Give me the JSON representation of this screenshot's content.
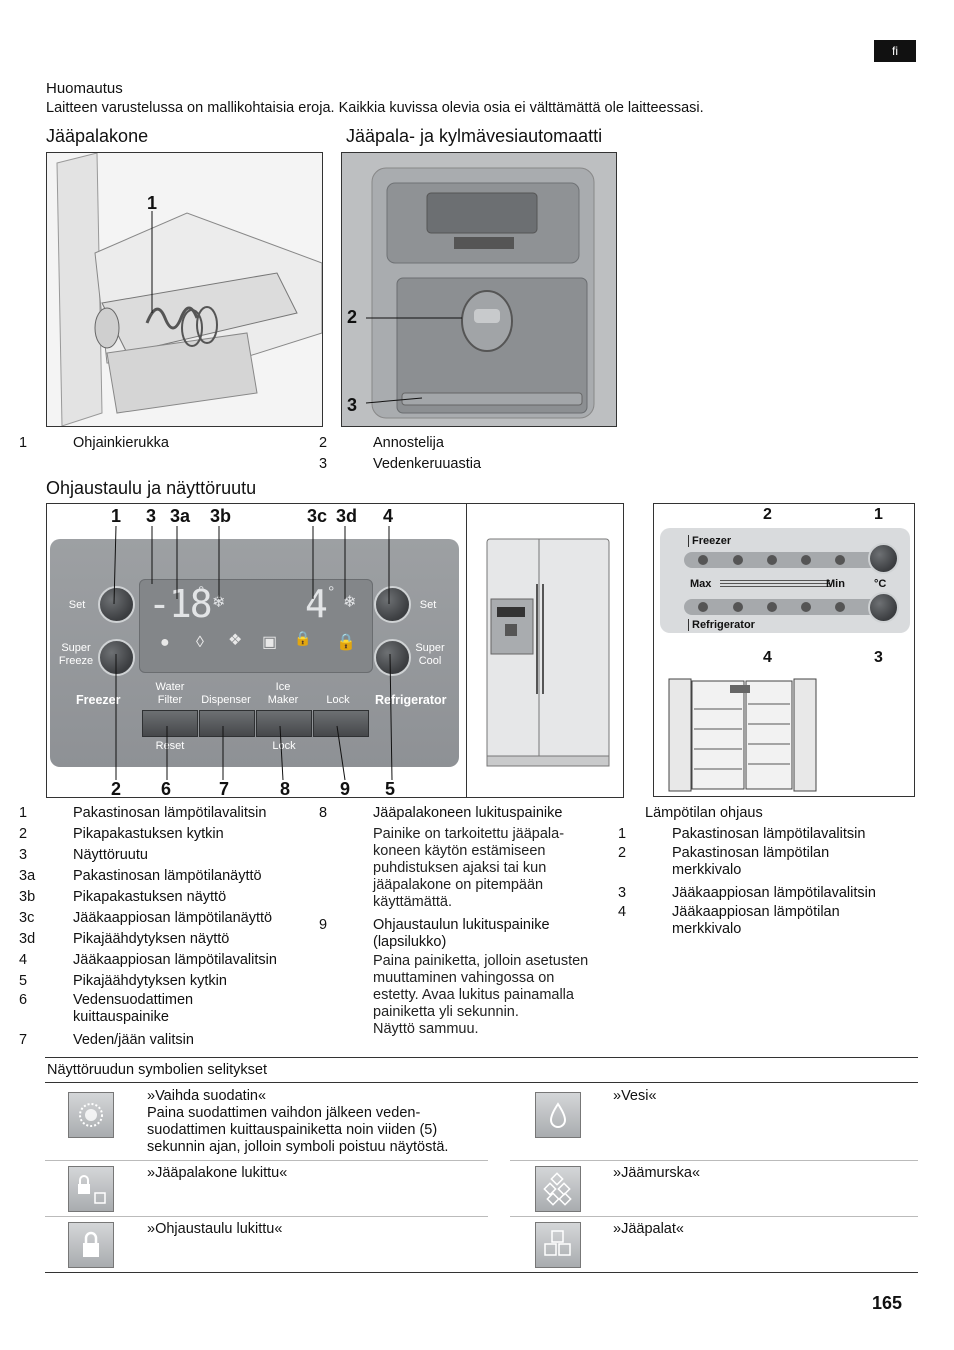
{
  "lang_tag": "fi",
  "note": {
    "title": "Huomautus",
    "text": "Laitteen varustelussa on mallikohtaisia eroja. Kaikkia kuvissa olevia osia ei välttämättä ole laitteessasi."
  },
  "icemaker": {
    "heading": "Jääpalakone",
    "callouts": [
      "1"
    ],
    "legend": [
      {
        "num": "1",
        "text": "Ohjainkierukka"
      }
    ]
  },
  "dispenser": {
    "heading": "Jääpala- ja kylmävesiautomaatti",
    "callouts": [
      "2",
      "3"
    ],
    "legend": [
      {
        "num": "2",
        "text": "Annostelija"
      },
      {
        "num": "3",
        "text": "Vedenkeruuastia"
      }
    ]
  },
  "control": {
    "heading": "Ohjaustaulu ja näyttöruutu",
    "top_callouts": [
      "1",
      "3",
      "3a",
      "3b",
      "3c",
      "3d",
      "4"
    ],
    "bottom_callouts": [
      "2",
      "6",
      "7",
      "8",
      "9",
      "5"
    ],
    "panel": {
      "set_left": "Set",
      "super_freeze": "Super\nFreeze",
      "set_right": "Set",
      "super_cool": "Super\nCool",
      "freezer": "Freezer",
      "refrigerator": "Refrigerator",
      "water_filter": "Water\nFilter",
      "dispenser": "Dispenser",
      "ice_maker": "Ice\nMaker",
      "lock": "Lock",
      "reset": "Reset",
      "lock2": "Lock",
      "freezer_temp": "-18",
      "fridge_temp": "4",
      "degree": "°"
    },
    "legend_col1": [
      {
        "num": "1",
        "text": "Pakastinosan lämpötilavalitsin"
      },
      {
        "num": "2",
        "text": "Pikapakastuksen kytkin"
      },
      {
        "num": "3",
        "text": "Näyttöruutu"
      },
      {
        "num": "3a",
        "text": "Pakastinosan lämpötilanäyttö"
      },
      {
        "num": "3b",
        "text": "Pikapakastuksen näyttö"
      },
      {
        "num": "3c",
        "text": "Jääkaappiosan lämpötilanäyttö"
      },
      {
        "num": "3d",
        "text": "Pikajäähdytyksen näyttö"
      },
      {
        "num": "4",
        "text": "Jääkaappiosan lämpötilavalitsin"
      },
      {
        "num": "5",
        "text": "Pikajäähdytyksen kytkin"
      },
      {
        "num": "6",
        "text": "Vedensuodattimen kuittauspainike"
      },
      {
        "num": "7",
        "text": "Veden/jään valitsin"
      }
    ],
    "legend_col2": [
      {
        "num": "8",
        "text": "Jääpalakoneen lukituspainike",
        "desc": "Painike on tarkoitettu jääpala-\nkoneen käytön estämiseen\npuhdistuksen ajaksi tai kun\njääpalakone on pitempään\nkäyttämättä."
      },
      {
        "num": "9",
        "text": "Ohjaustaulun lukituspainike (lapsilukko)",
        "desc": "Paina painiketta, jolloin asetusten\nmuuttaminen vahingossa on\nestetty. Avaa lukitus painamalla\npainiketta yli sekunnin.\nNäyttö sammuu."
      }
    ]
  },
  "temp_control": {
    "callouts_top": [
      "2",
      "1"
    ],
    "callouts_bottom": [
      "4",
      "3"
    ],
    "freezer_label": "Freezer",
    "refrigerator_label": "Refrigerator",
    "max": "Max",
    "min": "Min",
    "unit": "°C",
    "legend_title": "Lämpötilan ohjaus",
    "legend": [
      {
        "num": "1",
        "text": "Pakastinosan lämpötilavalitsin"
      },
      {
        "num": "2",
        "text": "Pakastinosan lämpötilan merkkivalo"
      },
      {
        "num": "3",
        "text": "Jääkaappiosan lämpötilavalitsin"
      },
      {
        "num": "4",
        "text": "Jääkaappiosan lämpötilan merkkivalo"
      }
    ]
  },
  "symbols": {
    "title": "Näyttöruudun symbolien selitykset",
    "items": [
      {
        "icon": "filter-icon",
        "text": "»Vaihda suodatin«\nPaina suodattimen vaihdon jälkeen veden-\nsuodattimen kuittauspainiketta noin viiden (5)\nsekunnin ajan, jolloin symboli poistuu näytöstä."
      },
      {
        "icon": "water-drop-icon",
        "text": "»Vesi«"
      },
      {
        "icon": "icemaker-lock-icon",
        "text": "»Jääpalakone lukittu«"
      },
      {
        "icon": "crushed-ice-icon",
        "text": "»Jäämurska«"
      },
      {
        "icon": "panel-lock-icon",
        "text": "»Ohjaustaulu lukittu«"
      },
      {
        "icon": "ice-cubes-icon",
        "text": "»Jääpalat«"
      }
    ]
  },
  "page_number": "165"
}
